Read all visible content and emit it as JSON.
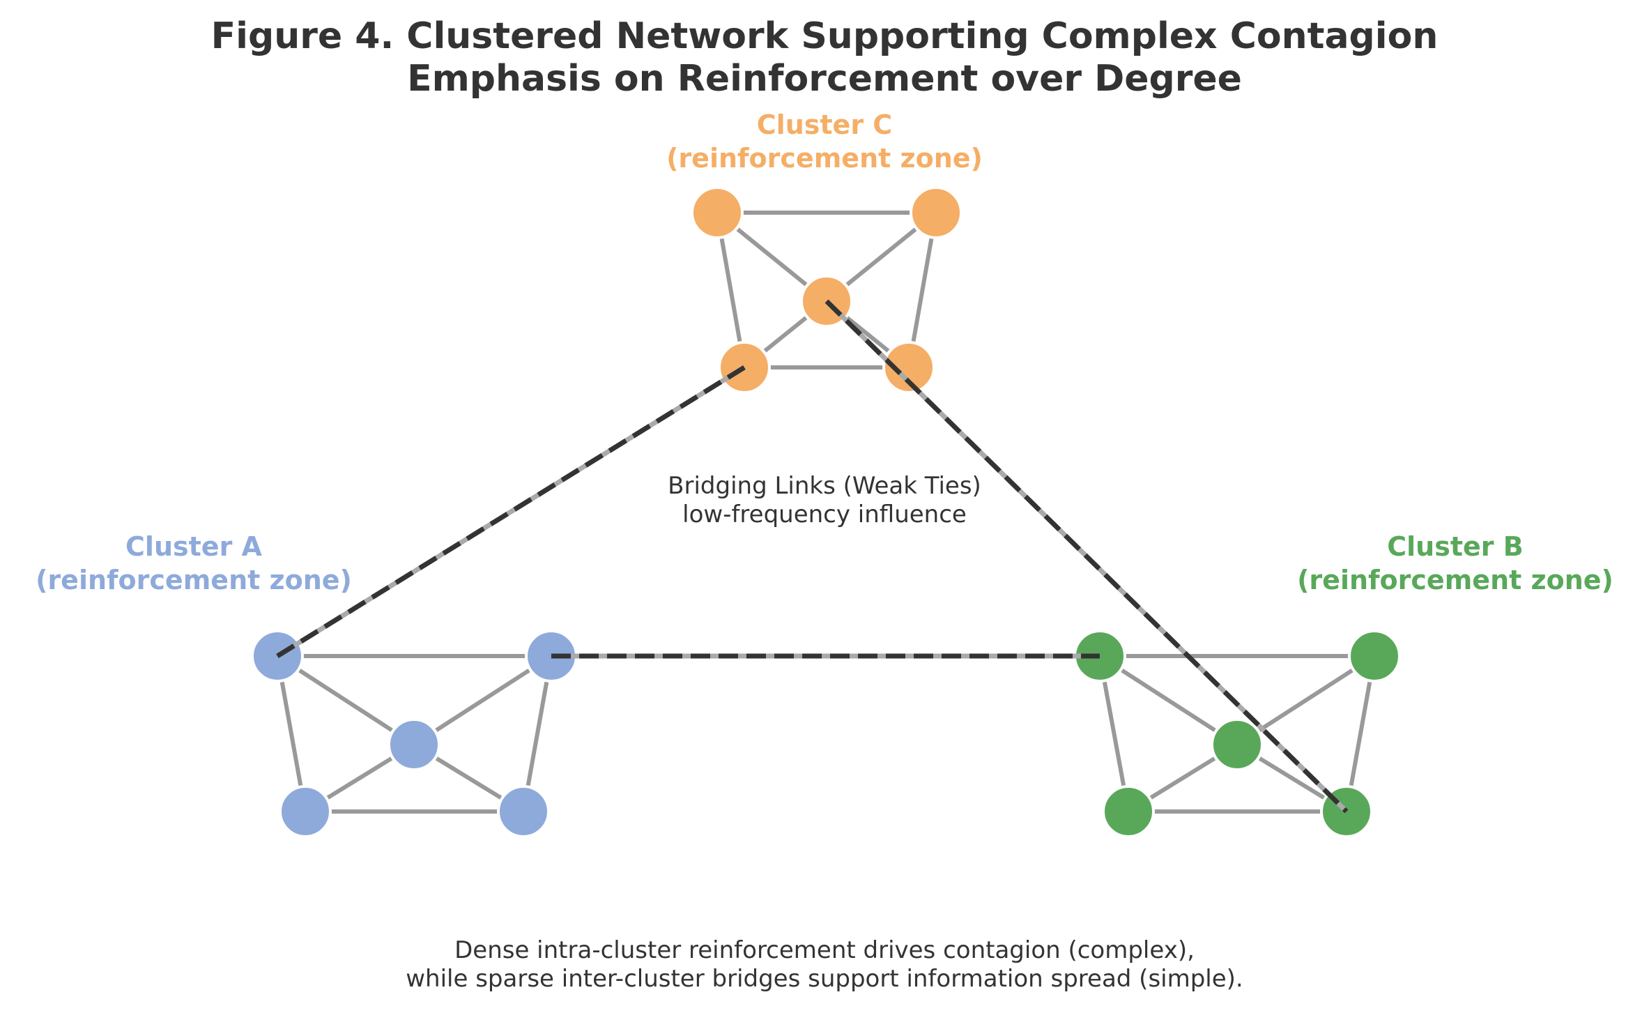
{
  "title_line1": "Figure 4. Clustered Network Supporting Complex Contagion",
  "title_line2": "Emphasis on Reinforcement over Degree",
  "clusters": {
    "A": {
      "name": "Cluster A",
      "zone": "(reinforcement zone)",
      "color": "#8eaadb"
    },
    "B": {
      "name": "Cluster B",
      "zone": "(reinforcement zone)",
      "color": "#59a85a"
    },
    "C": {
      "name": "Cluster C",
      "zone": "(reinforcement zone)",
      "color": "#f5ae66"
    }
  },
  "bridge_note": {
    "line1": "Bridging Links (Weak Ties)",
    "line2": "low-frequency influence"
  },
  "footer": {
    "line1": "Dense intra-cluster reinforcement drives contagion (complex),",
    "line2": "while sparse inter-cluster bridges support information spread (simple)."
  },
  "colors": {
    "intra_edge": "#999999",
    "bridge_edge": "#333333",
    "text": "#333333"
  }
}
